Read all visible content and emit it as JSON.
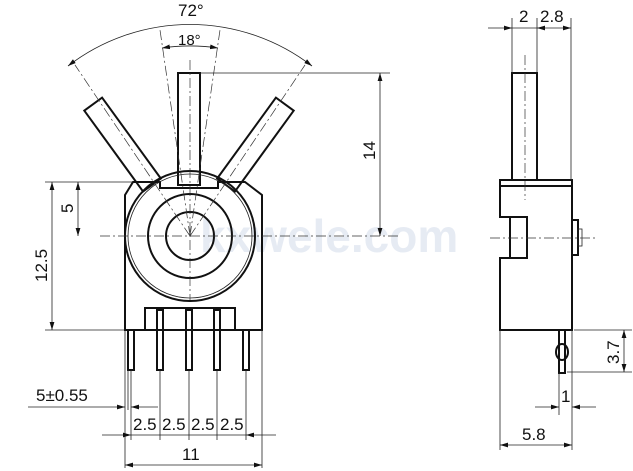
{
  "front_view": {
    "angle_total": "72°",
    "angle_step": "18°",
    "dim_shaft_height": "14",
    "dim_center_to_top": "5",
    "dim_body_height": "12.5",
    "dim_pin_tolerance": "5±0.55",
    "dim_pin_pitch": [
      "2.5",
      "2.5",
      "2.5",
      "2.5"
    ],
    "dim_total_width": "11"
  },
  "side_view": {
    "dim_shaft_width": "2",
    "dim_shaft_offset": "2.8",
    "dim_pin_length": "3.7",
    "dim_pin_offset": "1",
    "dim_depth": "5.8"
  },
  "watermark": "kxwele.com"
}
